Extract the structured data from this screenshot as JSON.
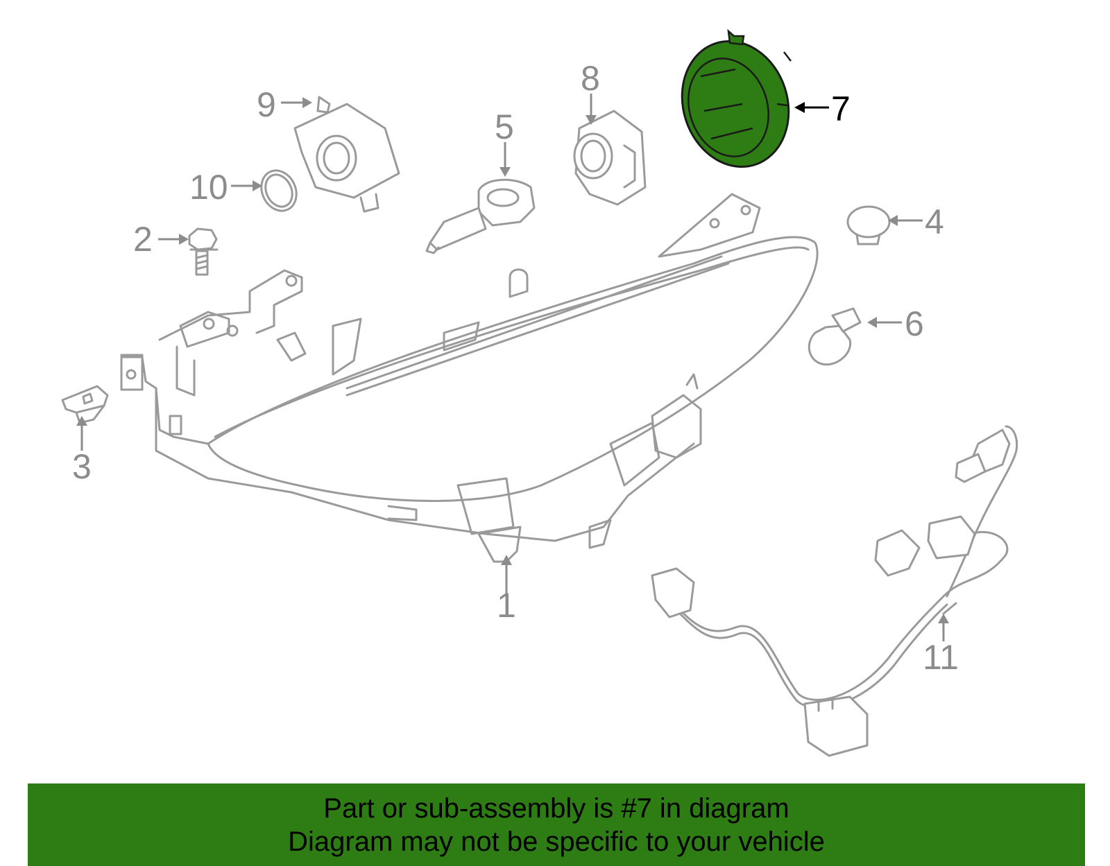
{
  "callouts": {
    "c1": "1",
    "c2": "2",
    "c3": "3",
    "c4": "4",
    "c5": "5",
    "c6": "6",
    "c7": "7",
    "c8": "8",
    "c9": "9",
    "c10": "10",
    "c11": "11"
  },
  "highlight": {
    "part_number": "7",
    "color": "#2e7d14"
  },
  "banner": {
    "line1": "Part or sub-assembly is #7 in diagram",
    "line2": "Diagram may not be specific to your vehicle",
    "background": "#2e7d14"
  }
}
